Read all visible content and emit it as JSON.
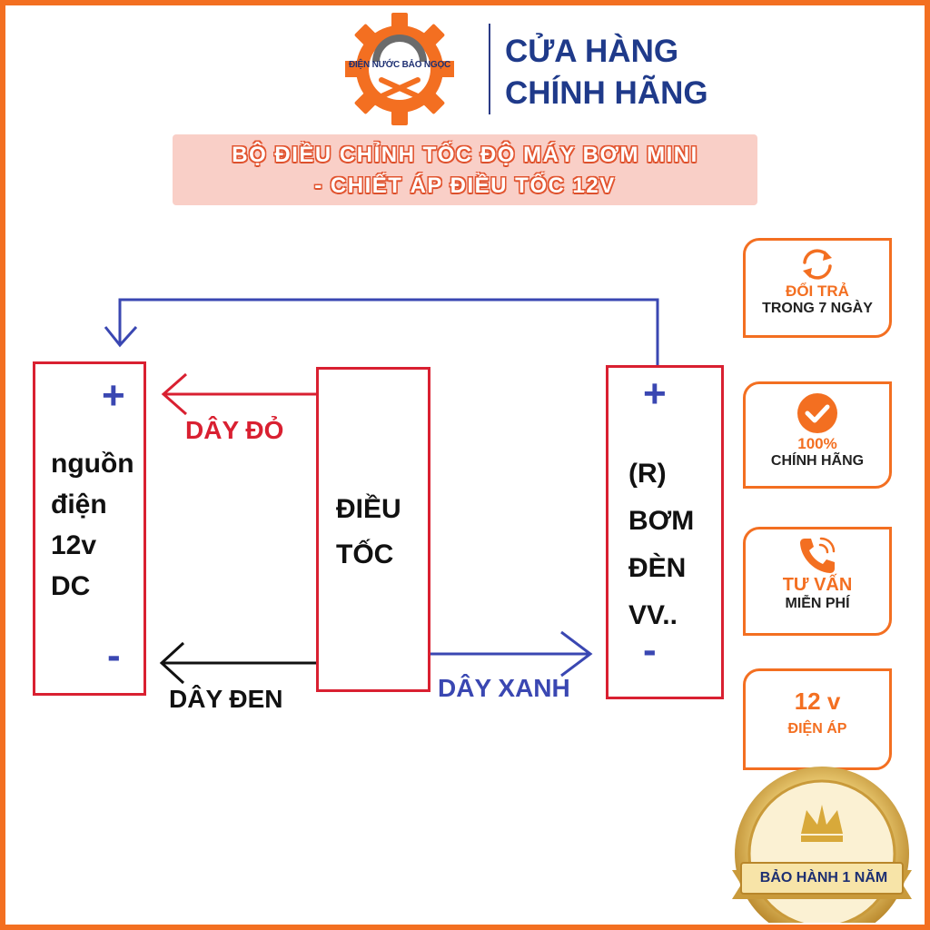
{
  "header": {
    "logo_text": "ĐIỆN NƯỚC BẢO NGỌC",
    "shop_line1": "CỬA HÀNG",
    "shop_line2": "CHÍNH HÃNG"
  },
  "banner": {
    "line1": "BỘ ĐIỀU CHỈNH TỐC ĐỘ MÁY BƠM MINI",
    "line2": "- CHIẾT ÁP ĐIỀU TỐC 12V"
  },
  "diagram": {
    "power_box": {
      "plus": "+",
      "minus": "-",
      "line1": "nguồn",
      "line2": "điện",
      "line3": "12v",
      "line4": "DC"
    },
    "controller_box": {
      "line1": "ĐIỀU",
      "line2": "TỐC"
    },
    "load_box": {
      "plus": "+",
      "minus": "-",
      "line1": "(R)",
      "line2": "BƠM",
      "line3": "ĐÈN",
      "line4": "VV.."
    },
    "wires": {
      "red_label": "DÂY ĐỎ",
      "black_label": "DÂY ĐEN",
      "blue_label": "DÂY XANH",
      "red_color": "#d92031",
      "black_color": "#111111",
      "blue_color": "#3a47b2"
    }
  },
  "badges": [
    {
      "title": "ĐỔI TRẢ",
      "subtitle": "TRONG 7 NGÀY",
      "icon": "refresh-icon"
    },
    {
      "title": "100%",
      "subtitle": "CHÍNH HÃNG",
      "icon": "check-circle-icon"
    },
    {
      "title": "TƯ VẤN",
      "subtitle": "MIỄN PHÍ",
      "icon": "phone-icon"
    },
    {
      "title": "12 v",
      "subtitle": "ĐIỆN ÁP",
      "icon": ""
    }
  ],
  "seal": {
    "text": "BẢO HÀNH 1 NĂM",
    "icon": "crown-icon"
  },
  "colors": {
    "accent": "#f36f21",
    "brand_blue": "#1f3a8a",
    "banner_bg": "#f9cfc7",
    "gold": "#d8a93a"
  }
}
